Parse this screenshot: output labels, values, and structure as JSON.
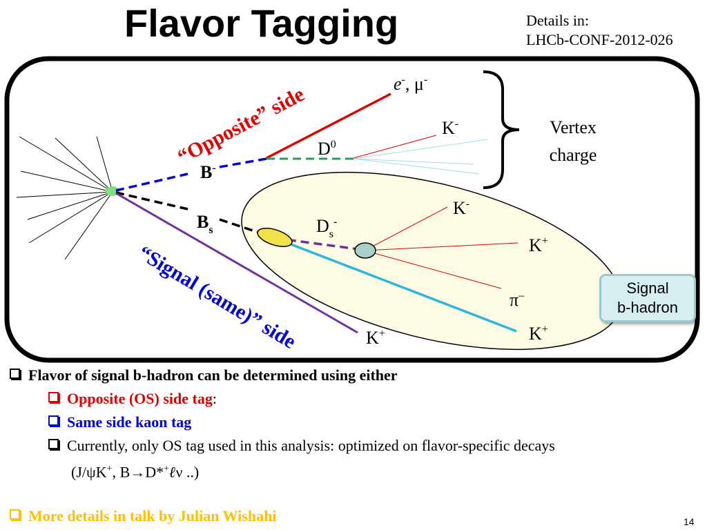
{
  "title": "Flavor Tagging",
  "details": {
    "line1": "Details in:",
    "line2": "LHCb-CONF-2012-026"
  },
  "diagram": {
    "opposite_side": "“Opposite” side",
    "signal_side": "“Signal (same)” side",
    "b_minus": "B",
    "b_minus_sup": "-",
    "bs": "B",
    "bs_sub": "s",
    "d0": "D",
    "d0_sup": "0",
    "ds": "D",
    "ds_sub": "s",
    "ds_sup": "-",
    "lepton_e": "e",
    "lepton_e_sup": "-",
    "lepton_sep": ", μ",
    "lepton_mu_sup": "-",
    "k_minus_top": "K",
    "k_minus_top_sup": "-",
    "vertex_line1": "Vertex",
    "vertex_line2": "charge",
    "k_minus_ds": "K",
    "k_minus_ds_sup": "-",
    "k_plus_ds": "K",
    "k_plus_ds_sup": "+",
    "pi_minus": "π",
    "pi_minus_sup": "–",
    "k_plus_bs": "K",
    "k_plus_bs_sup": "+",
    "k_plus_ss": "K",
    "k_plus_ss_sup": "+",
    "signal_box_line1": "Signal",
    "signal_box_line2": "b-hadron"
  },
  "bullets": {
    "b1": "Flavor of signal b-hadron can be determined using either",
    "b2": "Opposite (OS) side tag",
    "b2_colon": ":",
    "b3": "Same side kaon tag",
    "b4": "Currently, only OS tag used in this analysis: optimized on flavor-specific decays",
    "b5_a": "(J/ψK",
    "b5_sup1": "+",
    "b5_b": ", B",
    "b5_arrow": "→",
    "b5_c": "D*",
    "b5_sup2": "+",
    "b5_ell": "ℓ",
    "b5_d": "ν ..)",
    "b6": "More details in talk by Julian Wishahi"
  },
  "page_number": "14",
  "colors": {
    "red": "#e00000",
    "blue": "#0000e0",
    "yellow": "#ffc000",
    "purple": "#7030a0",
    "cyan": "#2eb5e0",
    "green": "#20a050",
    "ellipse_fill": "#fdfbe3"
  }
}
